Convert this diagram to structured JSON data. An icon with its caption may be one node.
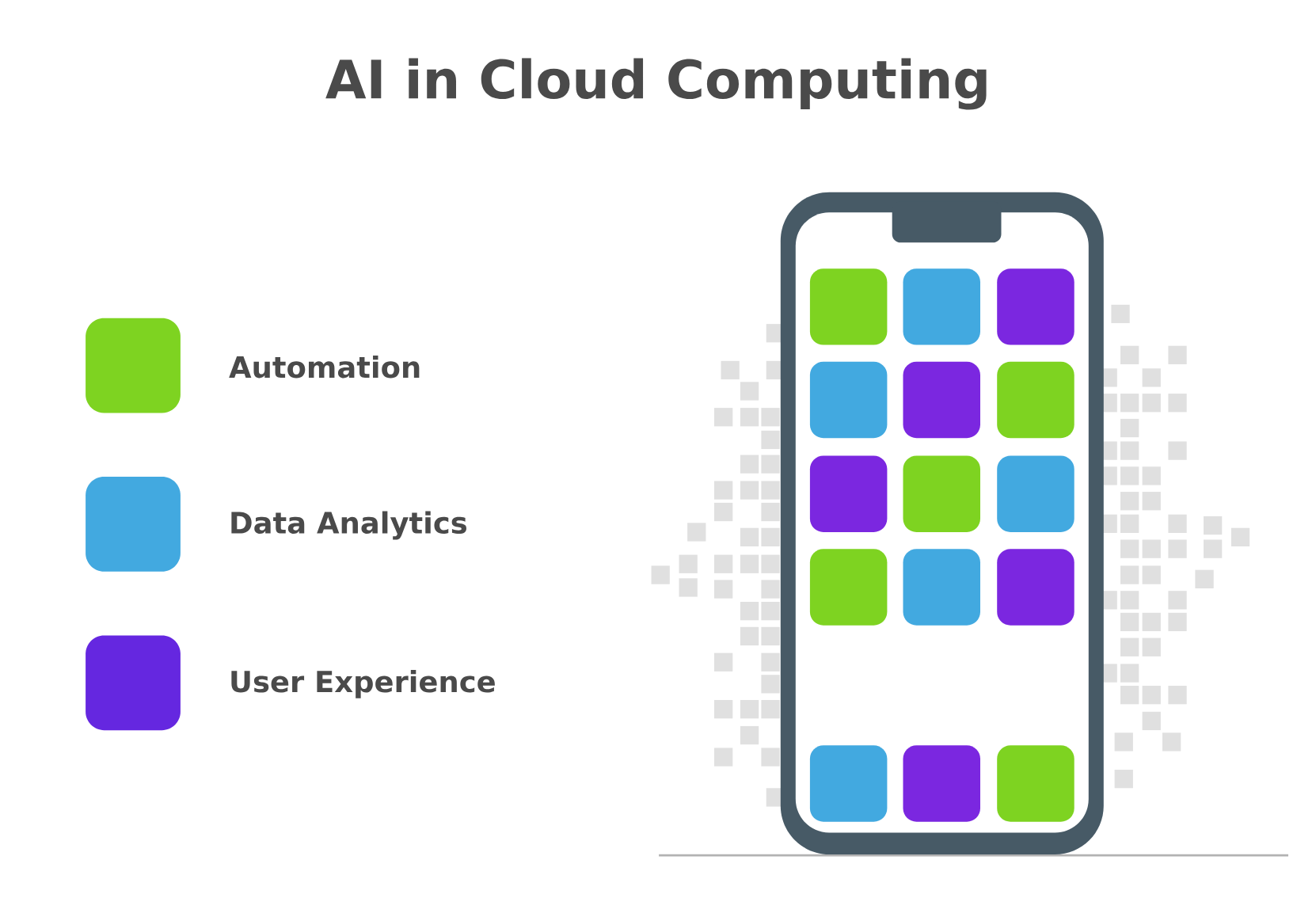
{
  "diagram": {
    "title": "AI in Cloud Computing",
    "legend": [
      {
        "text": "Automation",
        "color": "#7ed321"
      },
      {
        "text": "Data Analytics",
        "color": "#42a9e0"
      },
      {
        "text": "User Experience",
        "color": "#6527e0"
      }
    ]
  }
}
